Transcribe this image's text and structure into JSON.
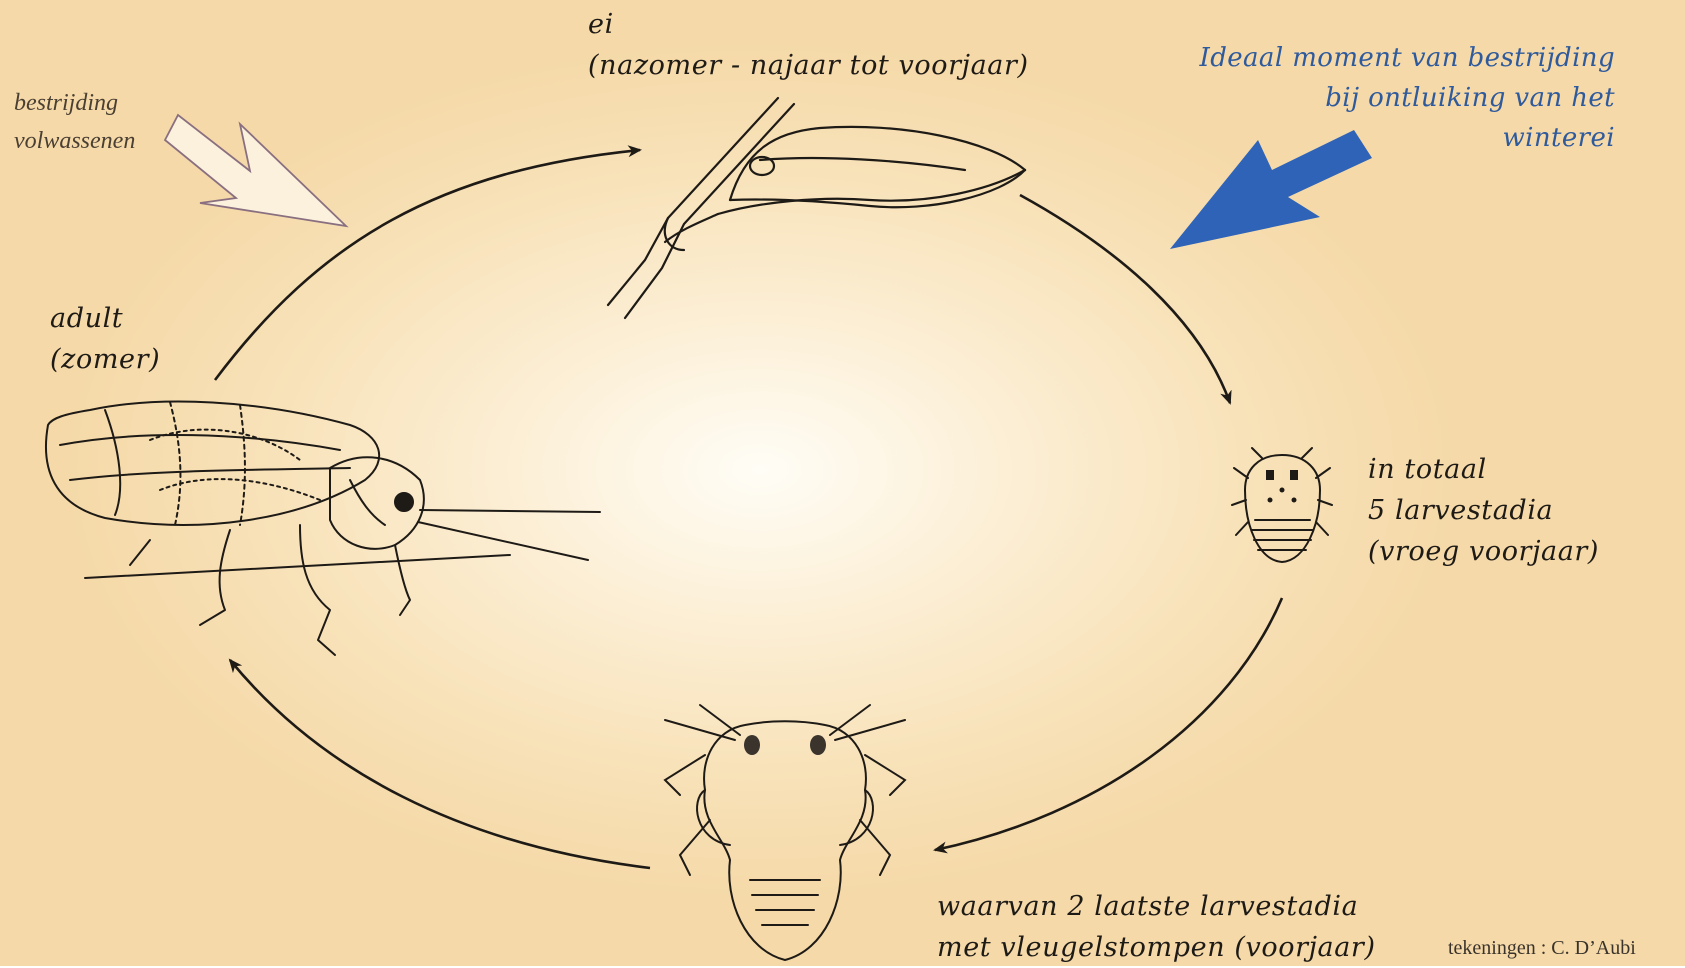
{
  "egg": {
    "title": "ei",
    "period": "(nazomer - najaar tot voorjaar)"
  },
  "control_adults": {
    "line1": "bestrijding",
    "line2": "volwassenen"
  },
  "ideal_control": {
    "line1": "Ideaal moment van bestrijding",
    "line2": "bij ontluiking van het",
    "line3": "winterei"
  },
  "adult": {
    "title": "adult",
    "period": "(zomer)"
  },
  "larvae": {
    "line1": "in totaal",
    "line2": "5 larvestadia",
    "line3": "(vroeg voorjaar)"
  },
  "late_larvae": {
    "line1": "waarvan 2 laatste larvestadia",
    "line2": "met vleugelstompen (voorjaar)"
  },
  "credit": "tekeningen : C. D’Aubi",
  "colors": {
    "background": "#f7e0b3",
    "ink": "#1e1a16",
    "accent_blue": "#2e63b8"
  }
}
